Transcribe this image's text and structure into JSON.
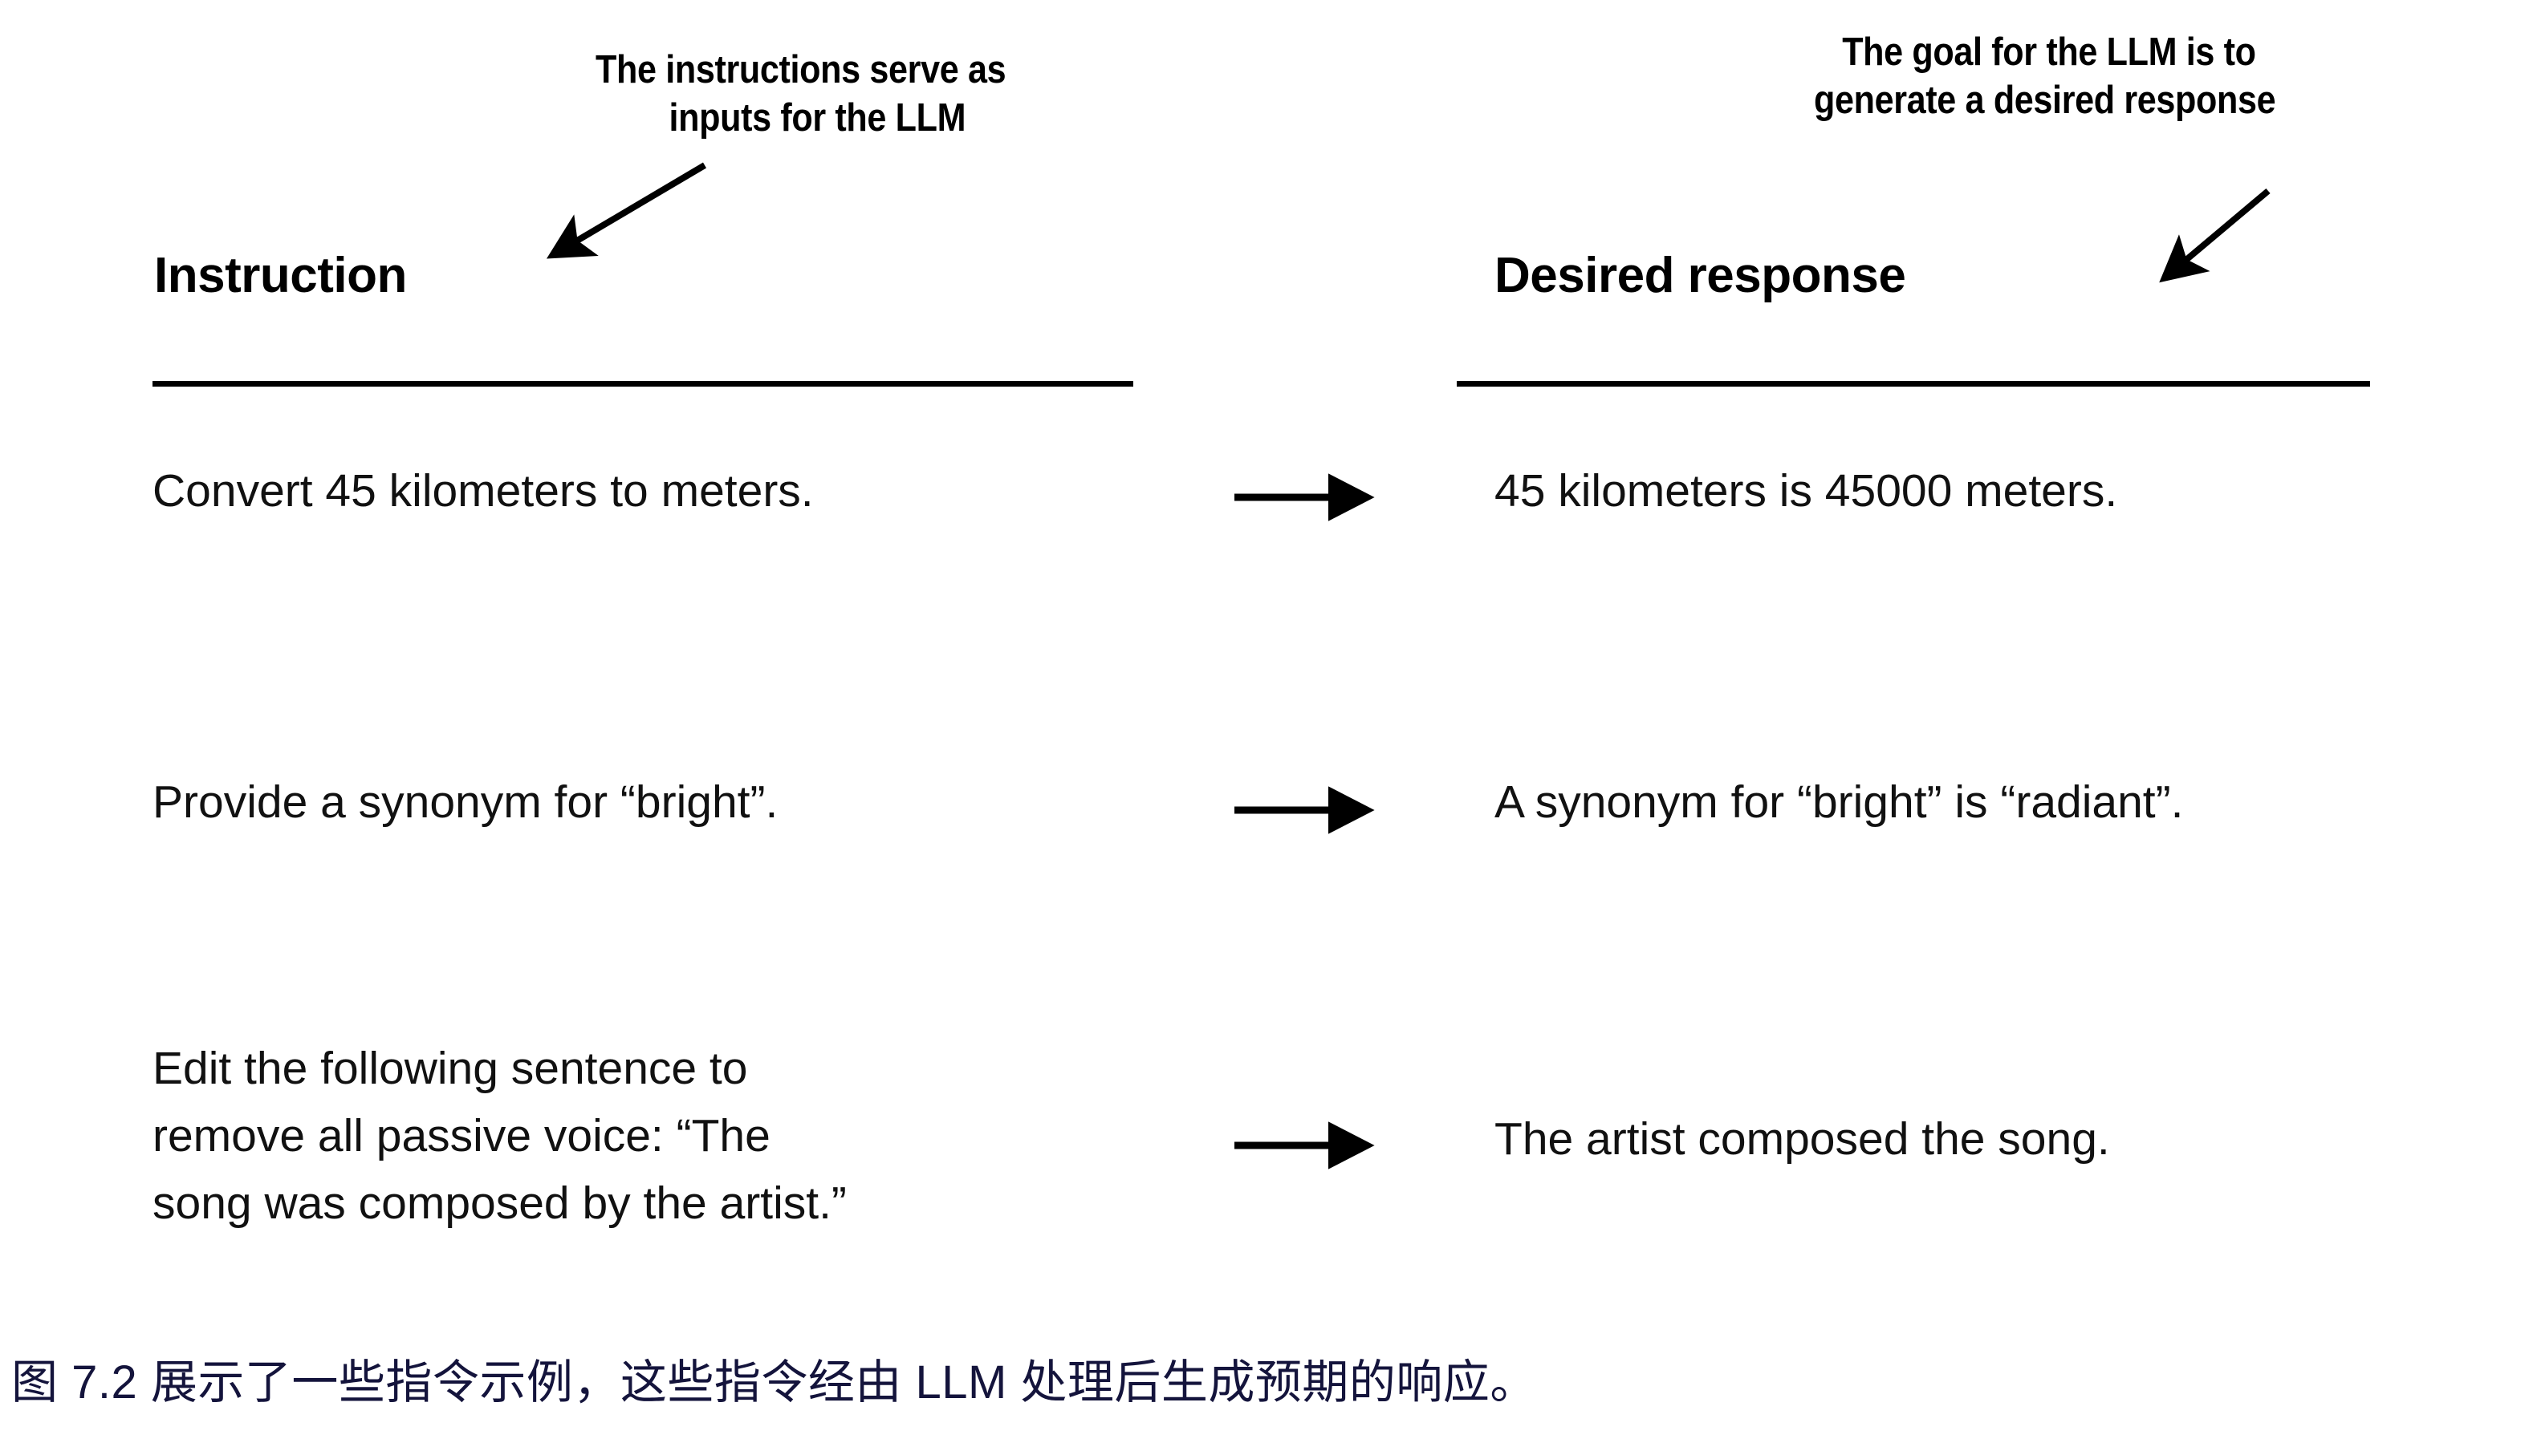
{
  "figure": {
    "background_color": "#ffffff",
    "text_color": "#000000",
    "caption_color": "#14143c"
  },
  "annotations": {
    "left": {
      "line1": "The instructions serve as",
      "line2": "inputs for the LLM",
      "arrow_name": "annotation-arrow-instruction"
    },
    "right": {
      "line1": "The goal for the LLM is to",
      "line2": "generate a desired response",
      "arrow_name": "annotation-arrow-desired-response"
    }
  },
  "table": {
    "columns": [
      {
        "header": "Instruction"
      },
      {
        "header": "Desired response"
      }
    ],
    "rows": [
      {
        "instruction": "Convert 45 kilometers to meters.",
        "response": "45 kilometers is 45000 meters."
      },
      {
        "instruction": "Provide a synonym for “bright”.",
        "response": "A synonym for “bright” is “radiant”."
      },
      {
        "instruction": "Edit the following sentence to\nremove all passive voice: “The\nsong was composed by the artist.”",
        "response": "The artist composed the song."
      }
    ],
    "row_connector_icon": "right-arrow-icon"
  },
  "caption": {
    "text": "图 7.2 展示了一些指令示例，这些指令经由 LLM 处理后生成预期的响应。"
  }
}
